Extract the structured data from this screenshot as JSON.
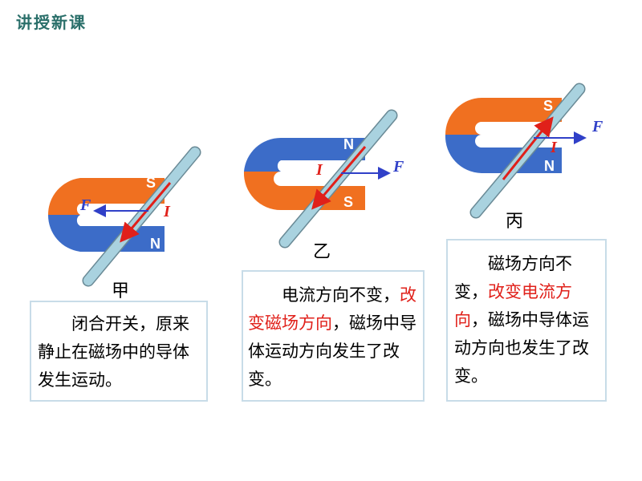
{
  "header": {
    "title": "讲授新课"
  },
  "labels": {
    "s": "S",
    "n": "N",
    "force": "F",
    "current": "I"
  },
  "panels": [
    {
      "caption": "甲",
      "text": "闭合开关，原来静止在磁场中的导体发生运动。"
    },
    {
      "caption": "乙",
      "text_before": "电流方向不变，",
      "text_red": "改变磁场方向",
      "text_after": "，磁场中导体运动方向发生了改变。"
    },
    {
      "caption": "丙",
      "text_before": "磁场方向不变，",
      "text_red": "改变电流方向",
      "text_after": "，磁场中导体运动方向也发生了改变。"
    }
  ],
  "colors": {
    "magnet_top": "#f07020",
    "magnet_bottom": "#3c6cc8",
    "rod": "#a9d2df",
    "current_arrow": "#e0201a",
    "force_arrow": "#3040c8",
    "header": "#2a6f6a"
  }
}
